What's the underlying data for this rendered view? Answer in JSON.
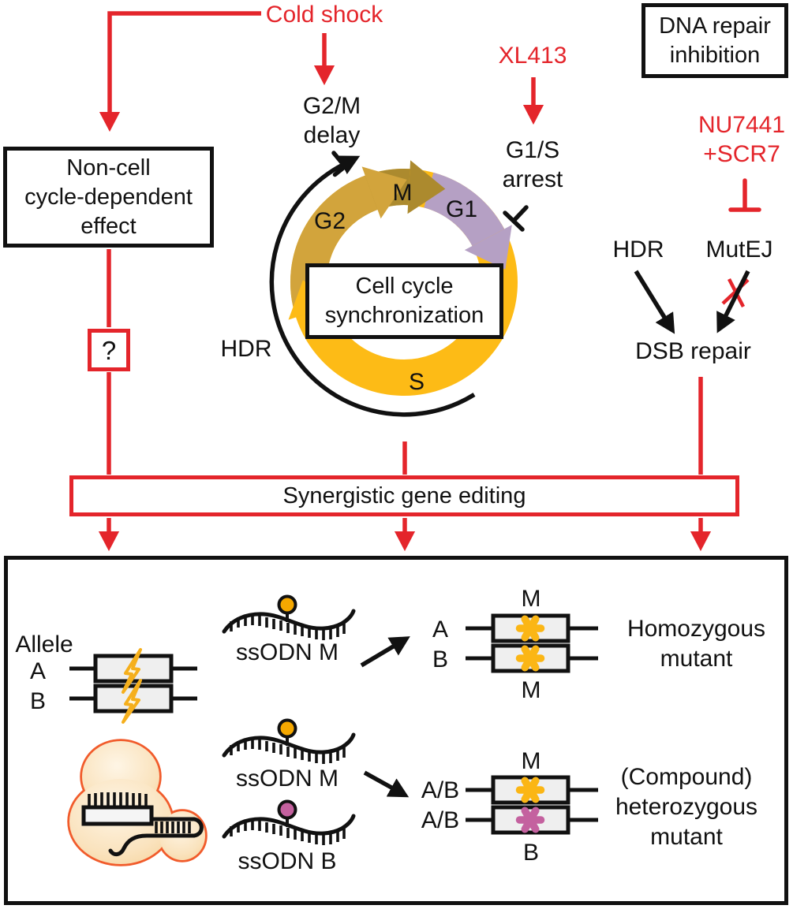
{
  "colors": {
    "red": "#E4252B",
    "s_phase_yellow": "#FDBB16",
    "g2_gold": "#D2A43C",
    "m_olive": "#AC8A2E",
    "g1_purple": "#B5A0C4",
    "cell_outline_orange": "#F15B2B",
    "mutation_yellow": "#FBB615",
    "mutation_pink": "#C4619F",
    "gene_box_gray": "#EFEFEF"
  },
  "top": {
    "cold_shock": "Cold shock",
    "g2m_delay": "G2/M\ndelay",
    "non_cell_effect": "Non-cell\ncycle-dependent\neffect",
    "question_mark": "?",
    "xl413": "XL413",
    "g1s_arrest": "G1/S\narrest",
    "dna_repair_inhibition": "DNA repair\ninhibition",
    "nu7441_scr7": "NU7441\n+SCR7",
    "hdr": "HDR",
    "mutej": "MutEJ",
    "dsb_repair": "DSB repair"
  },
  "cell_cycle": {
    "sync_label": "Cell cycle\nsynchronization",
    "hdr_label": "HDR",
    "phases": {
      "g2": "G2",
      "m": "M",
      "g1": "G1",
      "s": "S"
    }
  },
  "synergy": {
    "label": "Synergistic gene editing"
  },
  "outcome": {
    "allele": "Allele",
    "allele_a": "A",
    "allele_b": "B",
    "ssodn_m": "ssODN M",
    "ssodn_b": "ssODN B",
    "m": "M",
    "b": "B",
    "ab": "A/B",
    "homozygous": "Homozygous\nmutant",
    "heterozygous": "(Compound)\nheterozygous\nmutant"
  }
}
